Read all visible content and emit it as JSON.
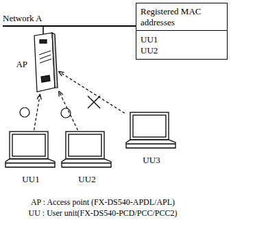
{
  "diagram": {
    "nodes": [
      {
        "text": [
          "Registered MAC addresses",
          "UU1",
          "UU2"
        ]
      },
      {
        "text": [
          "AP"
        ]
      },
      {
        "text": [
          "UU1"
        ]
      },
      {
        "text": [
          "UU2"
        ]
      },
      {
        "text": [
          "UU3"
        ]
      }
    ],
    "edges": [
      {
        "from": 2,
        "to": 1,
        "arrow": "to"
      },
      {
        "from": 3,
        "to": 1,
        "arrow": "to"
      },
      {
        "from": 4,
        "to": 1,
        "arrow": "to"
      }
    ],
    "labels": [
      "Network A",
      "AP : Access point (FX-DS540-APDL/APL)",
      "UU : User unit(FX-DS540-PCD/PCC/PCC2)"
    ]
  }
}
